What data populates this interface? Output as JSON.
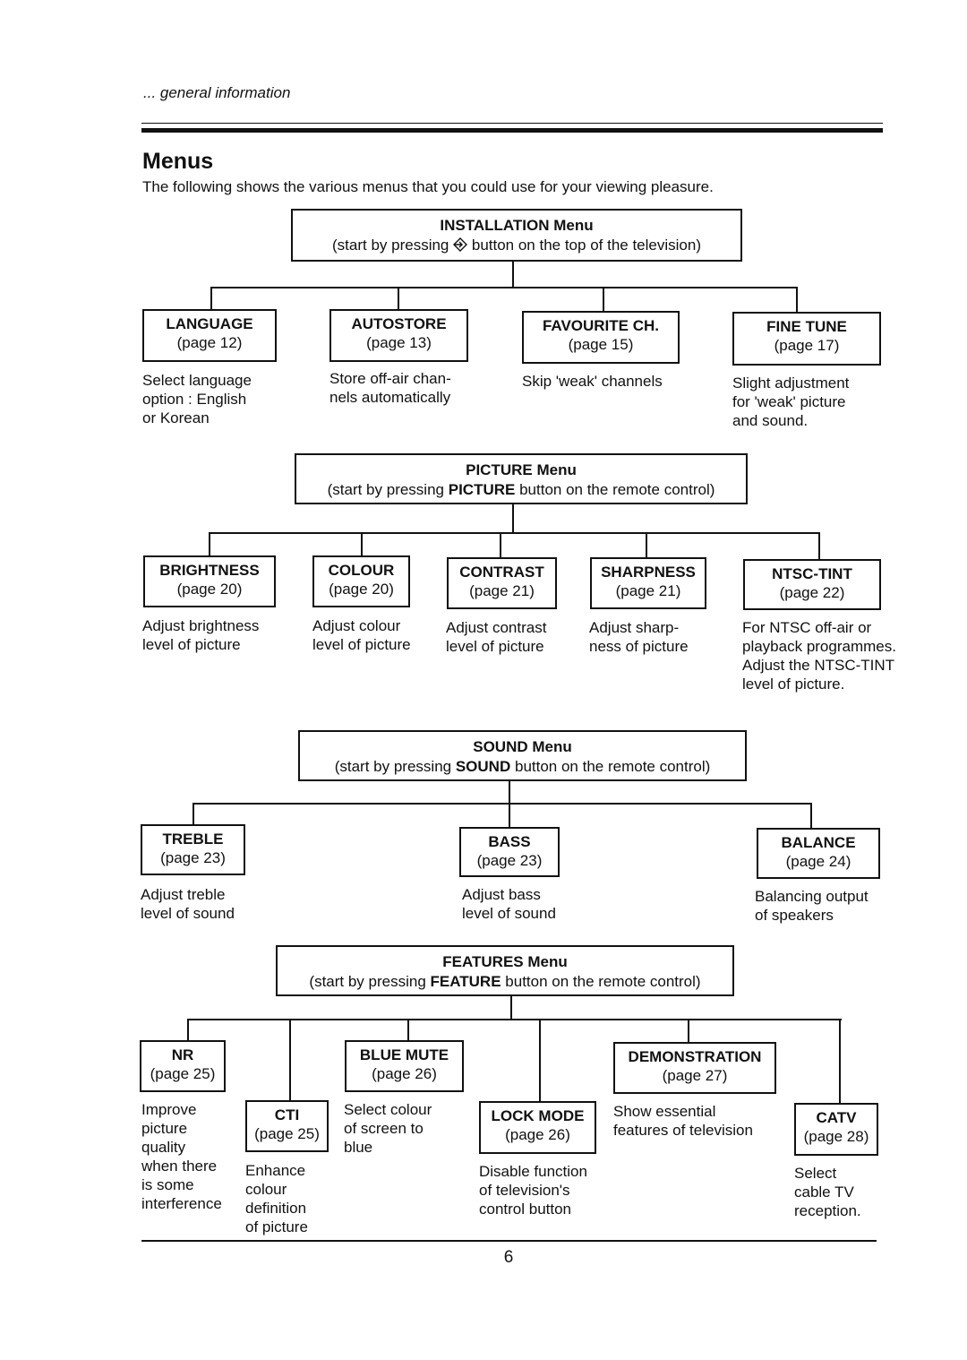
{
  "header": "... general information",
  "title": "Menus",
  "intro": "The following shows the various menus that you could use for your viewing pleasure.",
  "installation": {
    "title": "INSTALLATION Menu",
    "pre": "(start by pressing",
    "icon": "input-source-icon",
    "post": "button on the top of the television)",
    "items": [
      {
        "name": "LANGUAGE",
        "page": "(page 12)",
        "desc": [
          "Select language",
          "option : English",
          "or Korean"
        ]
      },
      {
        "name": "AUTOSTORE",
        "page": "(page 13)",
        "desc": [
          "Store off-air chan-",
          "nels automatically"
        ]
      },
      {
        "name": "FAVOURITE CH.",
        "page": "(page 15)",
        "desc": [
          "Skip 'weak' channels"
        ]
      },
      {
        "name": "FINE TUNE",
        "page": "(page 17)",
        "desc": [
          "Slight adjustment",
          "for 'weak' picture",
          "and sound."
        ]
      }
    ]
  },
  "picture": {
    "title": "PICTURE Menu",
    "pre": "(start by pressing",
    "button": "PICTURE",
    "post": "button on the remote control)",
    "items": [
      {
        "name": "BRIGHTNESS",
        "page": "(page 20)",
        "desc": [
          "Adjust brightness",
          "level of picture"
        ]
      },
      {
        "name": "COLOUR",
        "page": "(page 20)",
        "desc": [
          "Adjust colour",
          "level of picture"
        ]
      },
      {
        "name": "CONTRAST",
        "page": "(page 21)",
        "desc": [
          "Adjust contrast",
          "level of picture"
        ]
      },
      {
        "name": "SHARPNESS",
        "page": "(page 21)",
        "desc": [
          "Adjust sharp-",
          "ness of picture"
        ]
      },
      {
        "name": "NTSC-TINT",
        "page": "(page 22)",
        "desc": [
          "For NTSC off-air or",
          "playback programmes.",
          "Adjust the NTSC-TINT",
          "level of picture."
        ]
      }
    ]
  },
  "sound": {
    "title": "SOUND Menu",
    "pre": "(start by pressing",
    "button": "SOUND",
    "post": "button on the remote control)",
    "items": [
      {
        "name": "TREBLE",
        "page": "(page 23)",
        "desc": [
          "Adjust treble",
          "level of sound"
        ]
      },
      {
        "name": "BASS",
        "page": "(page 23)",
        "desc": [
          "Adjust bass",
          "level of sound"
        ]
      },
      {
        "name": "BALANCE",
        "page": "(page 24)",
        "desc": [
          "Balancing output",
          "of speakers"
        ]
      }
    ]
  },
  "features": {
    "title": "FEATURES Menu",
    "pre": "(start by pressing",
    "button": "FEATURE",
    "post": "button on the remote control)",
    "items": [
      {
        "name": "NR",
        "page": "(page 25)",
        "desc": [
          "Improve",
          "picture",
          "quality",
          "when there",
          "is some",
          "interference"
        ]
      },
      {
        "name": "CTI",
        "page": "(page 25)",
        "desc": [
          "Enhance",
          "colour",
          "definition",
          "of picture"
        ]
      },
      {
        "name": "BLUE MUTE",
        "page": "(page 26)",
        "desc": [
          "Select colour",
          "of screen to",
          "blue"
        ]
      },
      {
        "name": "LOCK MODE",
        "page": "(page 26)",
        "desc": [
          "Disable function",
          "of television's",
          "control button"
        ]
      },
      {
        "name": "DEMONSTRATION",
        "page": "(page 27)",
        "desc": [
          "Show essential",
          "features of television"
        ]
      },
      {
        "name": "CATV",
        "page": "(page 28)",
        "desc": [
          "Select",
          "cable TV",
          "reception."
        ]
      }
    ]
  },
  "page_number": "6"
}
